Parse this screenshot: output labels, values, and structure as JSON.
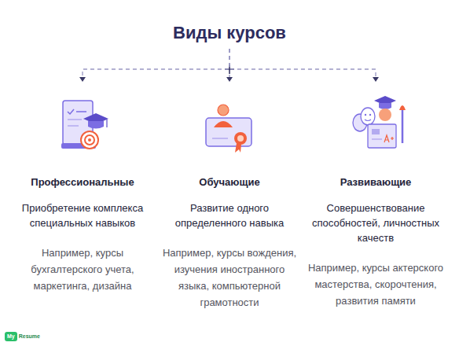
{
  "diagram": {
    "nodes": [
      {
        "text": [
          "Виды курсов"
        ]
      },
      {
        "text": [
          "Профессиональные",
          "Приобретение комплекса специальных навыков",
          "Например, курсы бухгалтерского учета, маркетинга, дизайна"
        ]
      },
      {
        "text": [
          "Обучающие",
          "Развитие одного определенного навыка",
          "Например, курсы вождения, изучения иностранного языка, компьютерной грамотности"
        ]
      },
      {
        "text": [
          "Развивающие",
          "Совершенствование способностей, личностных качеств",
          "Например, курсы актерского мастерства, скорочтения, развития памяти"
        ]
      }
    ],
    "edges": [
      {
        "from": 0,
        "to": 1,
        "arrow": "to"
      },
      {
        "from": 0,
        "to": 2,
        "arrow": "to"
      },
      {
        "from": 0,
        "to": 3,
        "arrow": "to"
      }
    ],
    "labels": [
      "My",
      "Resume"
    ]
  }
}
